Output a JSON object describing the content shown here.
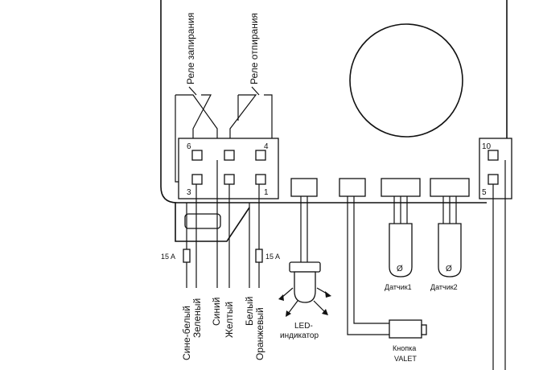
{
  "relays": {
    "lock_label": "Реле запирания",
    "unlock_label": "Реле отпирания"
  },
  "connector_left": {
    "pin_numbers": [
      "6",
      "4",
      "3",
      "1"
    ]
  },
  "connector_right": {
    "pin_numbers": [
      "10",
      "5"
    ]
  },
  "fuses": {
    "left_label": "15 A",
    "right_label": "15 A"
  },
  "wires": [
    {
      "label": "Сине-белый"
    },
    {
      "label": "Зеленый"
    },
    {
      "label": "Синий"
    },
    {
      "label": "Желтый"
    },
    {
      "label": "Белый"
    },
    {
      "label": "Оранжевый"
    }
  ],
  "led": {
    "label_line1": "LED-",
    "label_line2": "индикатор"
  },
  "sensors": [
    {
      "label": "Датчик1",
      "symbol": "Ø"
    },
    {
      "label": "Датчик2",
      "symbol": "Ø"
    }
  ],
  "valet": {
    "label_line1": "Кнопка",
    "label_line2": "VALET"
  },
  "colors": {
    "line": "#111111",
    "background": "#ffffff"
  }
}
